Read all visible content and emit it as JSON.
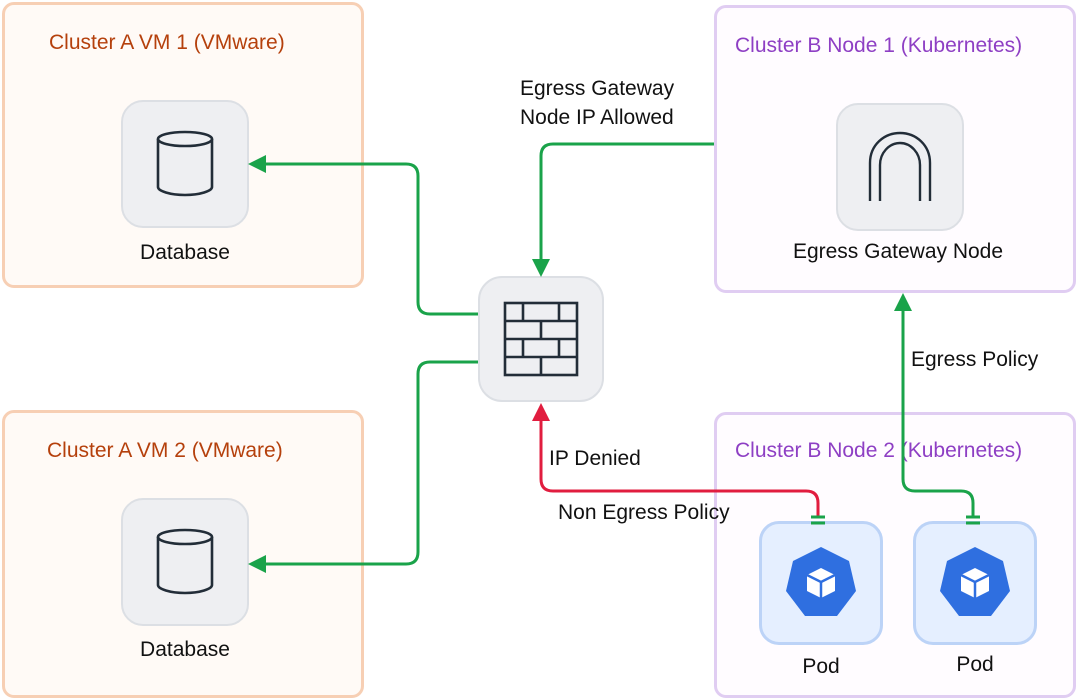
{
  "clusters": {
    "vm1": {
      "title": "Cluster A VM 1 (VMware)",
      "node_label": "Database",
      "icon": "database-icon"
    },
    "vm2": {
      "title": "Cluster A VM 2 (VMware)",
      "node_label": "Database",
      "icon": "database-icon"
    },
    "k8s1": {
      "title": "Cluster B Node 1 (Kubernetes)",
      "node_label": "Egress Gateway Node",
      "icon": "gateway-arch-icon"
    },
    "k8s2": {
      "title": "Cluster B Node 2 (Kubernetes)",
      "pods": [
        {
          "label": "Pod",
          "icon": "kubernetes-pod-icon"
        },
        {
          "label": "Pod",
          "icon": "kubernetes-pod-icon"
        }
      ]
    }
  },
  "firewall": {
    "icon": "firewall-icon"
  },
  "edge_labels": {
    "gateway_allowed_line1": "Egress Gateway",
    "gateway_allowed_line2": "Node IP Allowed",
    "egress_policy": "Egress Policy",
    "ip_denied": "IP Denied",
    "non_egress_policy": "Non Egress Policy"
  },
  "colors": {
    "allowed": "#1aa34a",
    "denied": "#e11d3f",
    "pod_blue": "#2f6fe0"
  }
}
